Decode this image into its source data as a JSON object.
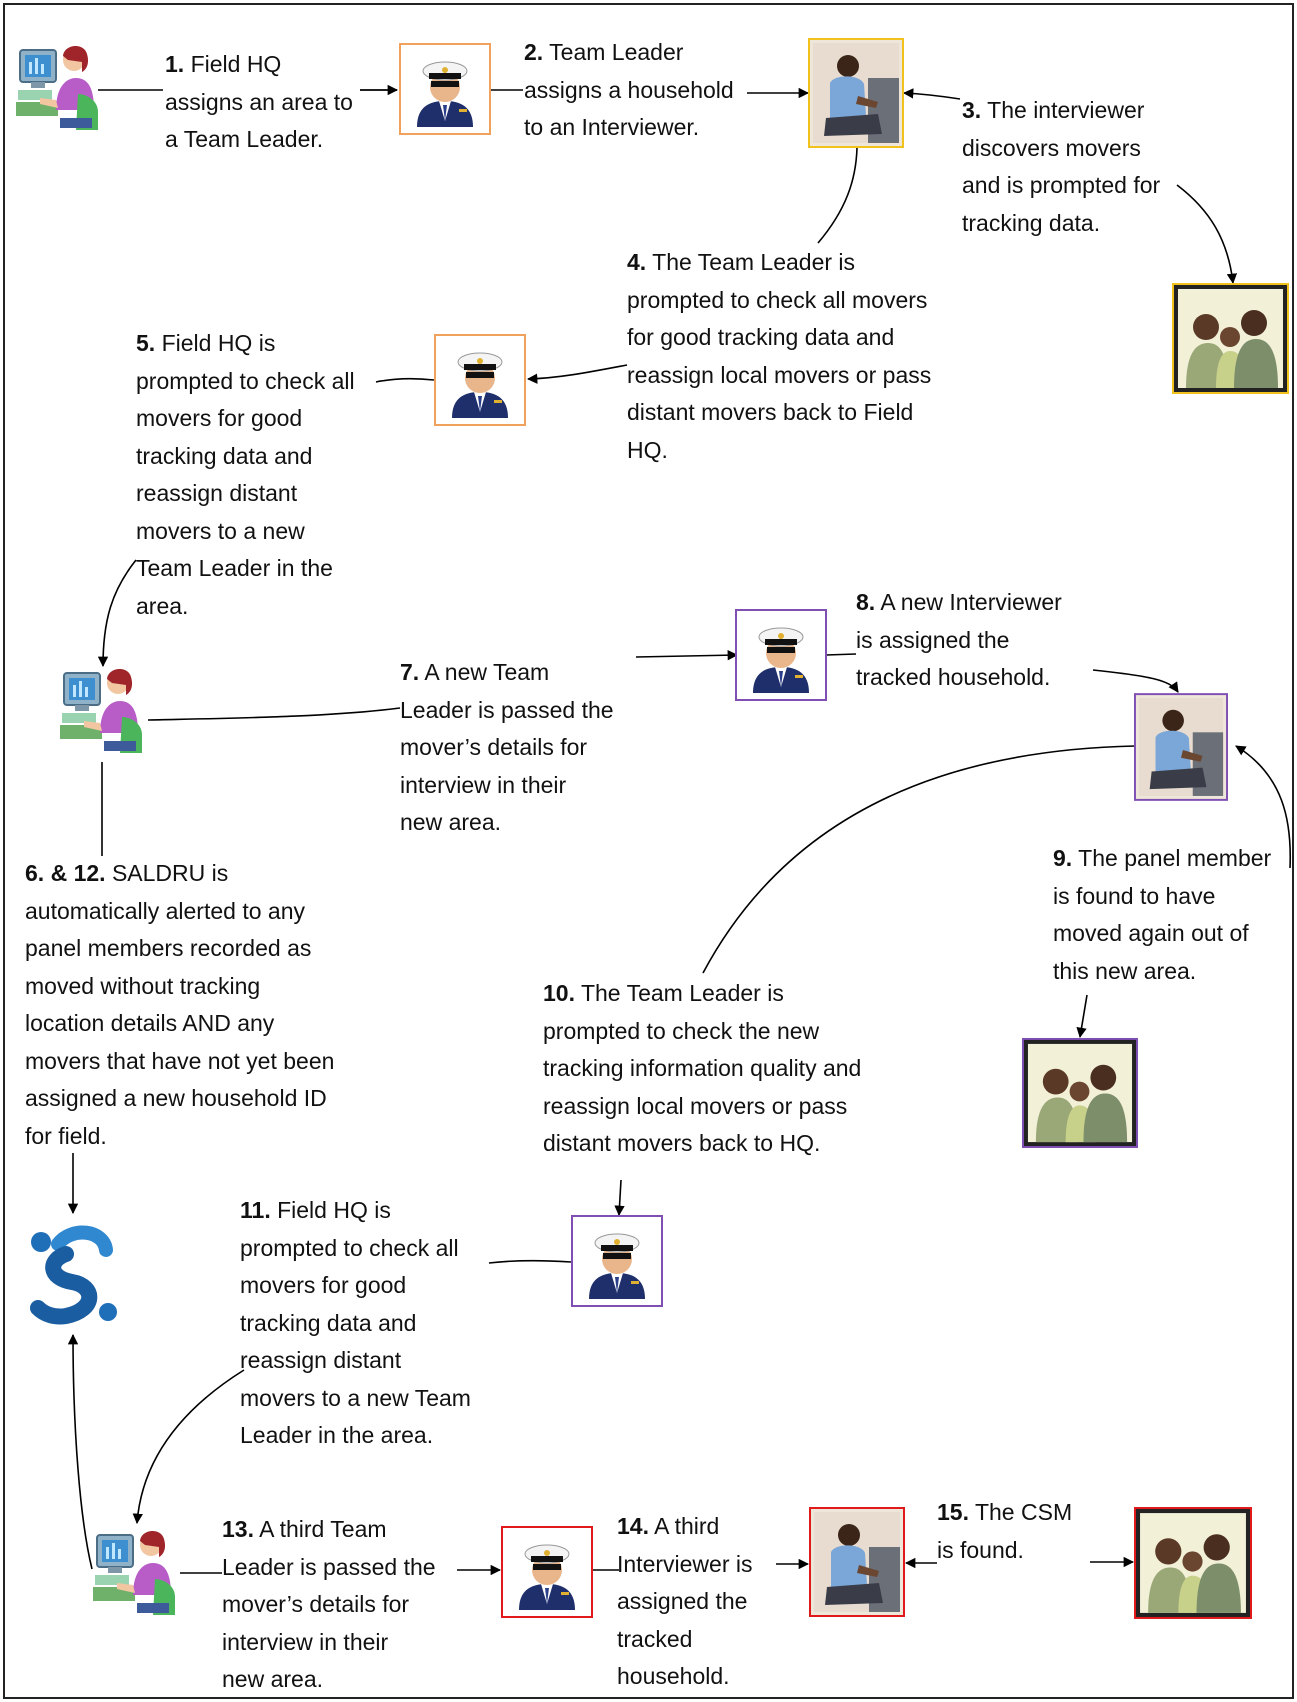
{
  "colors": {
    "orange": "#f0a15c",
    "gold": "#f2c21c",
    "purple": "#7f4fb4",
    "red": "#e0191b",
    "arrow": "#000000"
  },
  "icons": {
    "field_hq": "office-worker-computer-icon",
    "team_leader": "captain-officer-icon",
    "interviewer": "interviewer-photo-icon",
    "household": "family-photo-icon",
    "saldru": "saldru-logo-icon"
  },
  "steps": [
    {
      "num": "1.",
      "lines": [
        "Field HQ",
        "assigns an area to",
        "a Team Leader."
      ]
    },
    {
      "num": "2.",
      "lines": [
        "Team Leader",
        "assigns a household",
        "to an Interviewer."
      ]
    },
    {
      "num": "3.",
      "lines": [
        "The interviewer",
        "discovers movers",
        "and is prompted for",
        "tracking data."
      ]
    },
    {
      "num": "4.",
      "lines": [
        "The Team Leader is",
        "prompted to check all movers",
        "for good tracking data and",
        "reassign local movers or pass",
        "distant movers back to Field",
        "HQ."
      ]
    },
    {
      "num": "5.",
      "lines": [
        "Field HQ is",
        "prompted to check all",
        "movers for good",
        "tracking data and",
        "reassign distant",
        "movers to a new",
        "Team Leader in the",
        "area."
      ]
    },
    {
      "num": "6. & 12.",
      "lines": [
        "SALDRU is",
        "automatically alerted to any",
        "panel members recorded as",
        "moved without tracking",
        "location details AND any",
        "movers that have not yet been",
        "assigned a new household ID",
        "for field."
      ]
    },
    {
      "num": "7.",
      "lines": [
        "A new Team",
        "Leader is passed the",
        "mover’s details for",
        "interview in their",
        "new area."
      ]
    },
    {
      "num": "8.",
      "lines": [
        "A new Interviewer",
        "is assigned the",
        "tracked household."
      ]
    },
    {
      "num": "9.",
      "lines": [
        "The panel member",
        "is found to have",
        "moved again out of",
        "this new area."
      ]
    },
    {
      "num": "10.",
      "lines": [
        "The Team Leader is",
        "prompted to check the new",
        "tracking information quality and",
        "reassign local movers or pass",
        "distant movers back to HQ."
      ]
    },
    {
      "num": "11.",
      "lines": [
        "Field HQ is",
        "prompted to check all",
        "movers for good",
        "tracking data and",
        "reassign distant",
        "movers to a new Team",
        "Leader in the area."
      ]
    },
    {
      "num": "13.",
      "lines": [
        "A third Team",
        "Leader is passed the",
        "mover’s details for",
        "interview in their",
        "new area."
      ]
    },
    {
      "num": "14.",
      "lines": [
        "A third",
        "Interviewer is",
        "assigned the",
        "tracked",
        "household."
      ]
    },
    {
      "num": "15.",
      "lines": [
        "The CSM",
        "is found."
      ]
    }
  ]
}
